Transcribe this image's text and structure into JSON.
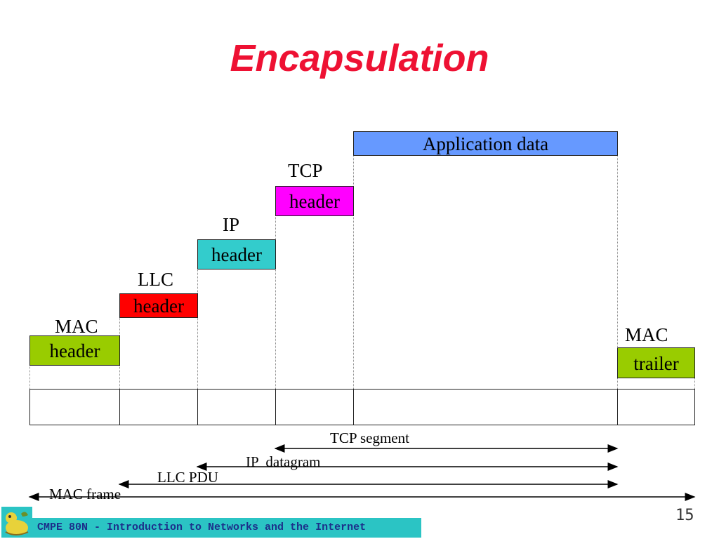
{
  "title": "Encapsulation",
  "layers": {
    "app": {
      "text": "Application data",
      "color": "#6699ff"
    },
    "tcp": {
      "label": "TCP",
      "text": "header",
      "color": "#ff00ff"
    },
    "ip": {
      "label": "IP",
      "text": "header",
      "color": "#33cccc"
    },
    "llc": {
      "label": "LLC",
      "text": "header",
      "color": "#ff0000"
    },
    "mac_header": {
      "label": "MAC",
      "text": "header",
      "color": "#99cc00"
    },
    "mac_trailer": {
      "label": "MAC",
      "text": "trailer",
      "color": "#99cc00"
    }
  },
  "spans": {
    "tcp_segment": "TCP segment",
    "ip_datagram": "IP  datagram",
    "llc_pdu": "LLC PDU",
    "mac_frame": "MAC frame"
  },
  "footer": {
    "course": "CMPE 80N - Introduction to Networks and the Internet",
    "page": "15"
  }
}
